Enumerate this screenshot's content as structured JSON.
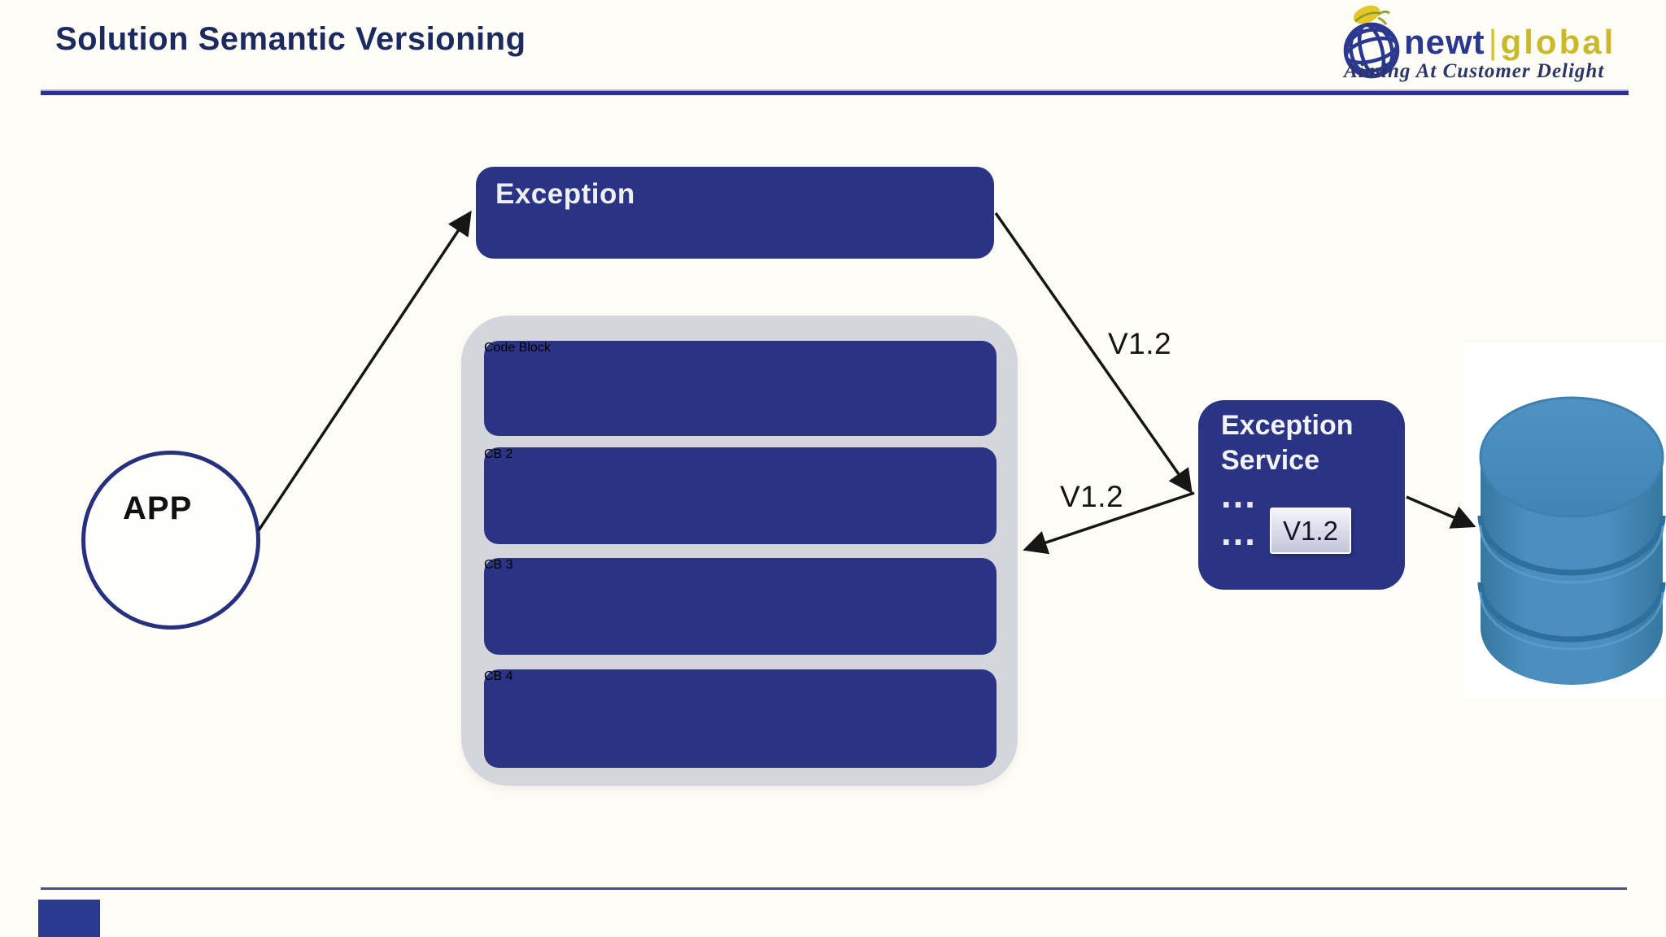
{
  "header": {
    "title": "Solution Semantic Versioning",
    "logo": {
      "word_primary": "newt",
      "divider": "|",
      "word_secondary": "global",
      "tagline": "Aiming At Customer Delight"
    }
  },
  "diagram": {
    "app_node": {
      "label": "APP"
    },
    "exception_box": {
      "label": "Exception"
    },
    "code_container": {
      "blocks": [
        {
          "label": "Code Block"
        },
        {
          "label": "CB 2"
        },
        {
          "label": "CB 3"
        },
        {
          "label": "CB 4"
        }
      ]
    },
    "exception_service": {
      "line1": "Exception",
      "line2": "Service",
      "dots_top": "…",
      "dots_bottom": "…",
      "version_badge": "V1.2"
    },
    "arrow_labels": {
      "exception_to_service": "V1.2",
      "service_to_codeblock": "V1.2"
    }
  },
  "colors": {
    "background": "#fdfdf5",
    "box_navy": "#2b3484",
    "container_gray": "#d5d6dd",
    "database_blue": "#4187b8",
    "title_navy": "#1d2a5e",
    "rule_navy": "#2e3192",
    "logo_navy": "#2b3890",
    "logo_gold": "#c9ba2a",
    "arrow_black": "#161616"
  }
}
